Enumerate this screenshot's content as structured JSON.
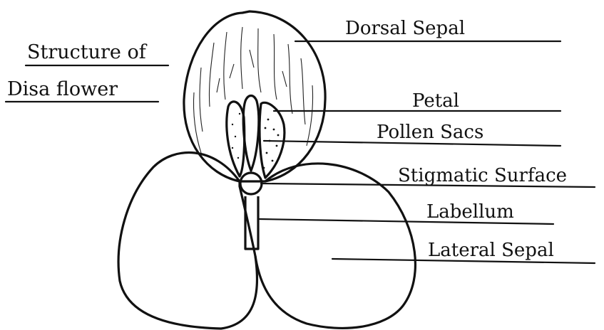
{
  "title": {
    "line1": "Structure of",
    "line2": "Disa flower"
  },
  "labels": {
    "dorsal_sepal": "Dorsal Sepal",
    "petal": "Petal",
    "pollen_sacs": "Pollen Sacs",
    "stigmatic_surface": "Stigmatic Surface",
    "labellum": "Labellum",
    "lateral_sepal": "Lateral Sepal"
  },
  "colors": {
    "ink": "#111111",
    "paper": "#ffffff"
  }
}
